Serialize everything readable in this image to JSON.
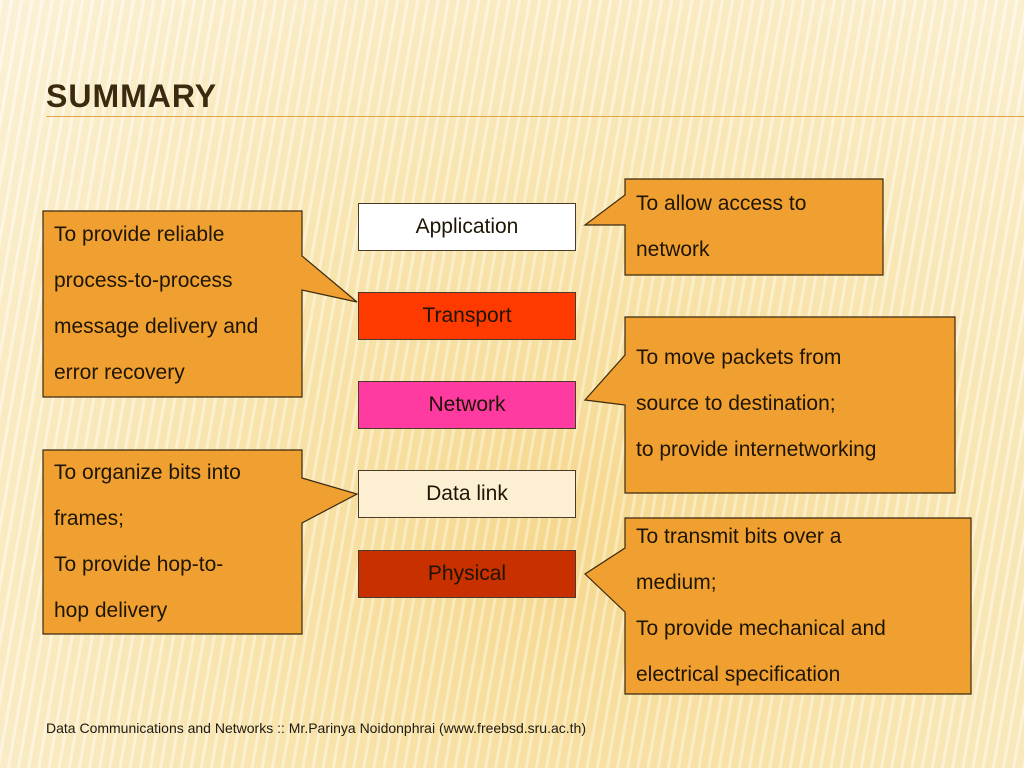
{
  "title": "SUMMARY",
  "layers": [
    {
      "label": "Application",
      "color": "#ffffff",
      "text_color": "#1e1505"
    },
    {
      "label": "Transport",
      "color": "#ff3a00",
      "text_color": "#1e1505"
    },
    {
      "label": "Network",
      "color": "#ff3aa0",
      "text_color": "#1e1505"
    },
    {
      "label": "Data link",
      "color": "#fcefd2",
      "text_color": "#1e1505"
    },
    {
      "label": "Physical",
      "color": "#c83000",
      "text_color": "#1e1505"
    }
  ],
  "callouts": {
    "application": "To allow access to\nnetwork",
    "transport": "To provide reliable\nprocess-to-process\nmessage delivery and\nerror recovery",
    "network": "To move packets from\nsource to destination;\n to provide internetworking",
    "datalink": "To organize bits into\nframes;\nTo provide hop-to-\nhop delivery",
    "physical": "To transmit bits over a\nmedium;\nTo provide mechanical and\nelectrical specification"
  },
  "callout_color": "#f0a030",
  "footer": "Data Communications and Networks :: Mr.Parinya Noidonphrai (www.freebsd.sru.ac.th)"
}
